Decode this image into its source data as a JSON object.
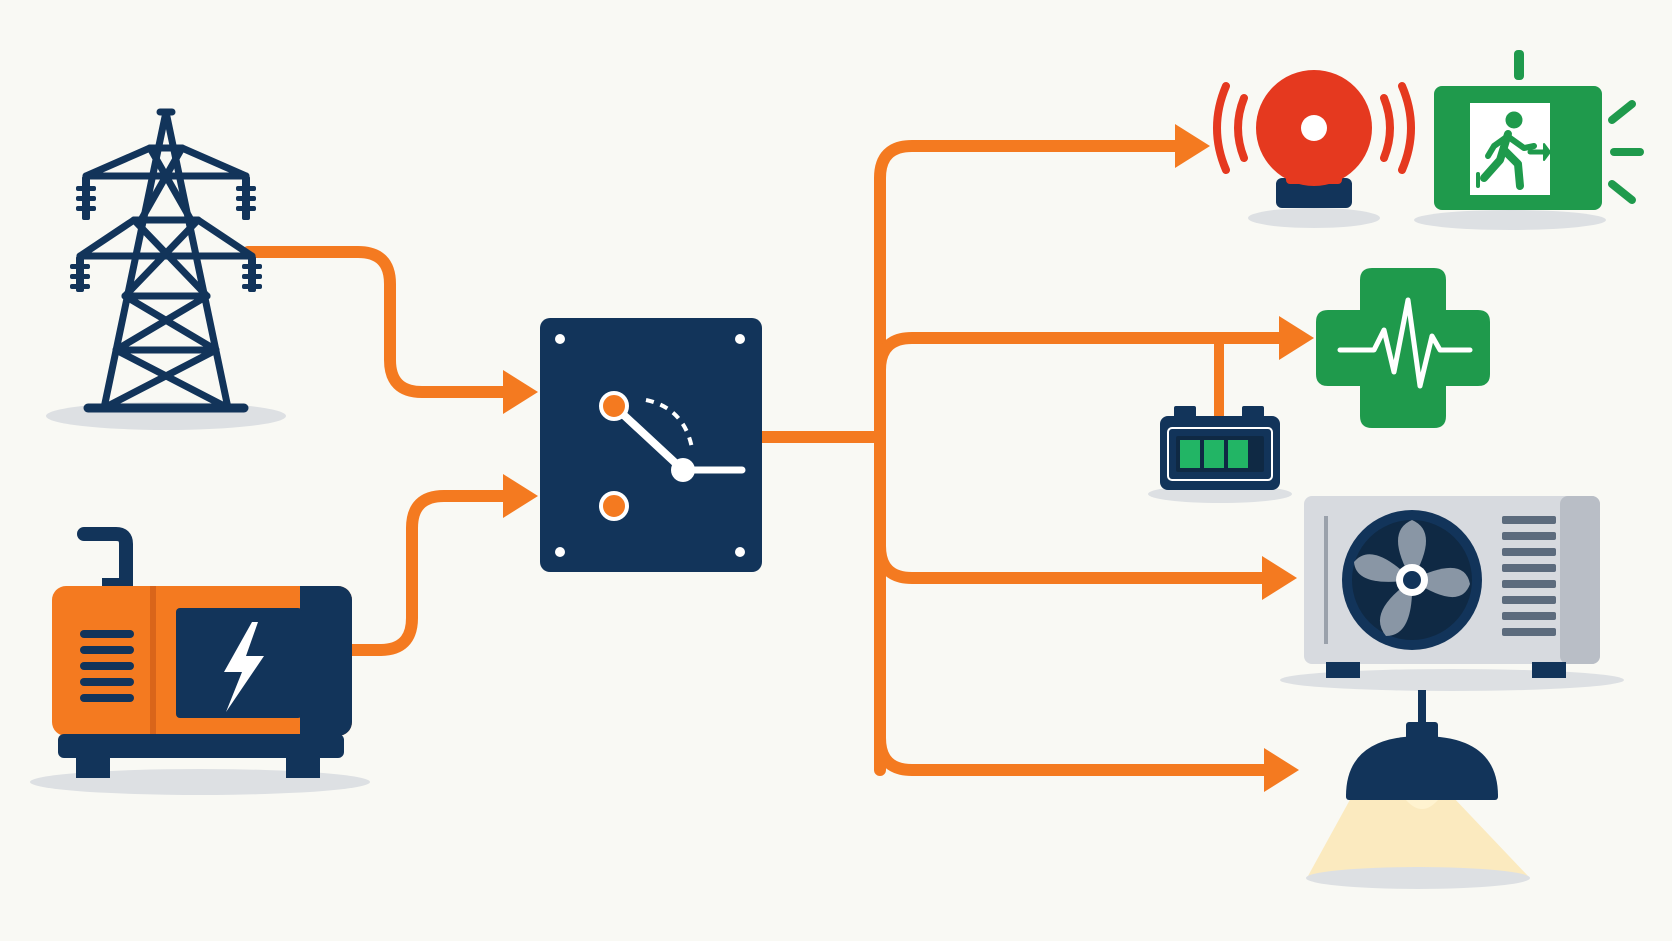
{
  "diagram": {
    "kind": "emergency-power-transfer-diagram",
    "colors": {
      "background": "#F9F9F4",
      "wire": "#F47A20",
      "navy": "#12345A",
      "alarm_red": "#E5391F",
      "exit_green": "#1F9A4C",
      "battery_green": "#22B565",
      "hvac_gray": "#D7DADF",
      "lamp_glow": "#FBE7B5",
      "shadow": "#DDE0E3"
    },
    "sources": [
      {
        "id": "utility",
        "icon": "power-transmission-tower-icon"
      },
      {
        "id": "generator",
        "icon": "backup-generator-icon"
      }
    ],
    "switch": {
      "icon": "transfer-switch-icon"
    },
    "loads": [
      {
        "id": "fire-alarm",
        "icons": [
          "alarm-bell-icon",
          "exit-sign-icon"
        ]
      },
      {
        "id": "medical",
        "icons": [
          "medical-cross-icon"
        ],
        "backup": "battery-icon"
      },
      {
        "id": "hvac",
        "icons": [
          "hvac-fan-unit-icon"
        ]
      },
      {
        "id": "lighting",
        "icons": [
          "pendant-lamp-icon"
        ]
      }
    ]
  }
}
